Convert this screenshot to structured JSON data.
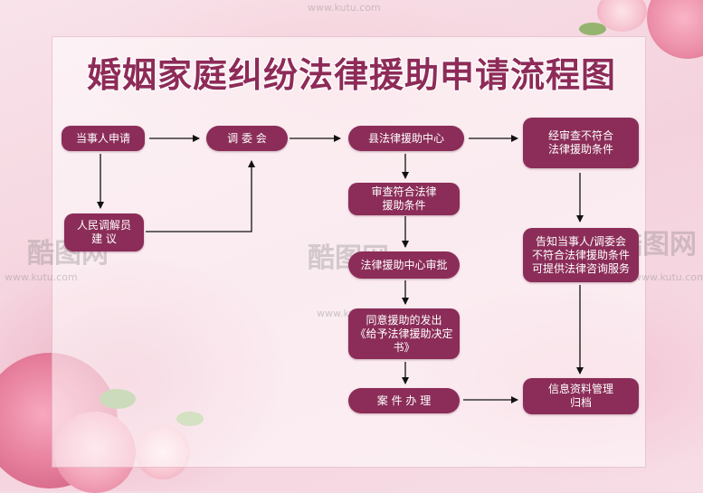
{
  "title": "婚姻家庭纠纷法律援助申请流程图",
  "nodes": {
    "applicant": "当事人申请",
    "mediation_committee": "调 委 会",
    "county_center": "县法律援助中心",
    "not_eligible": "经审查不符合\n法律援助条件",
    "mediator_suggest": "人民调解员\n建  议",
    "eligible": "审查符合法律\n援助条件",
    "center_approval": "法律援助中心审批",
    "inform": "告知当事人/调委会\n不符合法律援助条件\n可提供法律咨询服务",
    "agree_issue": "同意援助的发出\n《给予法律援助决定书》",
    "case_handling": "案 件 办 理",
    "archive": "信息资料管理\n归档"
  },
  "watermarks": {
    "url": "www.kutu.com",
    "logo": "酷图网"
  },
  "colors": {
    "node": "#8b2d58",
    "title": "#8e2b58",
    "arrow": "#111111"
  }
}
